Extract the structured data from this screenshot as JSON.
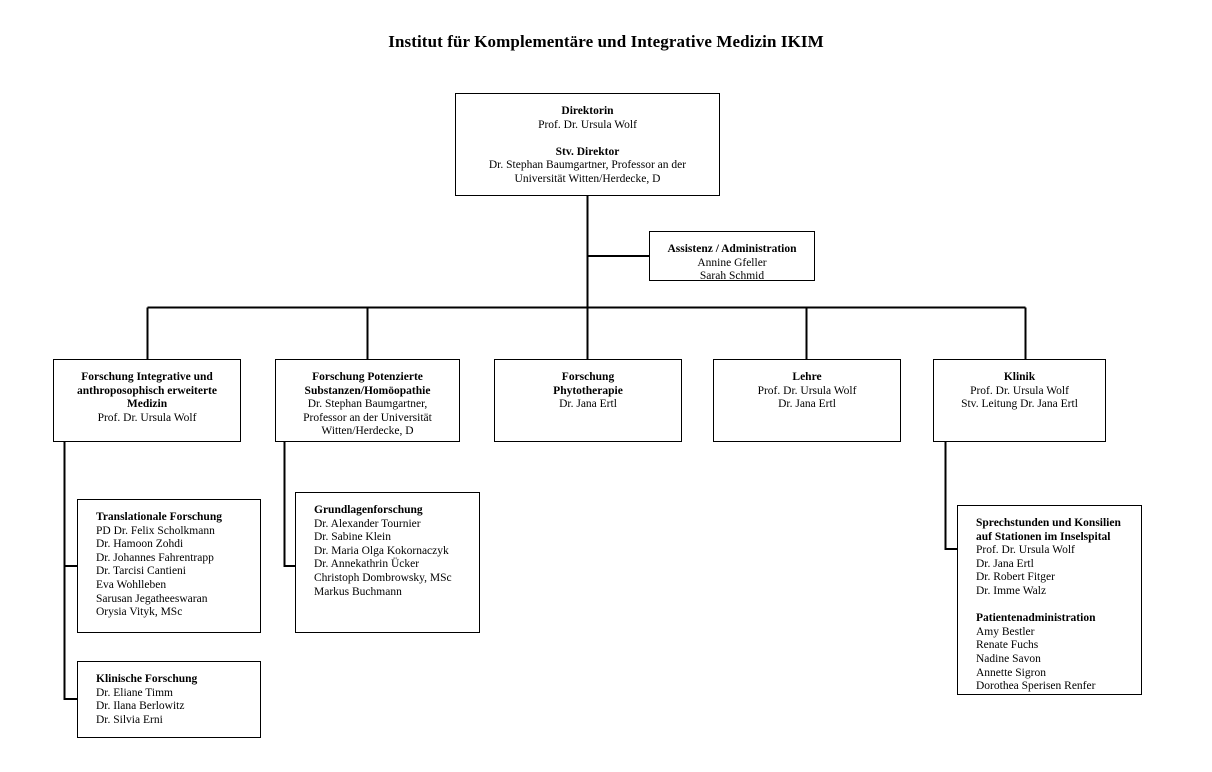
{
  "title": "Institut für Komplementäre und Integrative Medizin IKIM",
  "colors": {
    "line": "#000000",
    "text": "#000000",
    "background": "#ffffff"
  },
  "chart_data": {
    "type": "diagram",
    "diagram_type": "organizational-chart",
    "title": "Institut für Komplementäre und Integrative Medizin IKIM",
    "nodes": [
      {
        "id": "direktion",
        "level": 0,
        "parent": null
      },
      {
        "id": "assistenz",
        "level": 1,
        "parent": "direktion"
      },
      {
        "id": "forschung-iam",
        "level": 2,
        "parent": "direktion"
      },
      {
        "id": "forschung-potenzierte",
        "level": 2,
        "parent": "direktion"
      },
      {
        "id": "forschung-phyto",
        "level": 2,
        "parent": "direktion"
      },
      {
        "id": "lehre",
        "level": 2,
        "parent": "direktion"
      },
      {
        "id": "klinik",
        "level": 2,
        "parent": "direktion"
      },
      {
        "id": "translationale",
        "level": 3,
        "parent": "forschung-iam"
      },
      {
        "id": "klinische",
        "level": 3,
        "parent": "forschung-iam"
      },
      {
        "id": "grundlagen",
        "level": 3,
        "parent": "forschung-potenzierte"
      },
      {
        "id": "sprechstunden",
        "level": 3,
        "parent": "klinik"
      }
    ]
  },
  "nodes": {
    "direktion": {
      "lines": [
        {
          "text": "Direktorin",
          "bold": true
        },
        {
          "text": "Prof. Dr. Ursula Wolf",
          "bold": false
        },
        {
          "text": "",
          "bold": false
        },
        {
          "text": "Stv. Direktor",
          "bold": true
        },
        {
          "text": "Dr. Stephan Baumgartner, Professor an der",
          "bold": false
        },
        {
          "text": "Universität Witten/Herdecke, D",
          "bold": false
        }
      ]
    },
    "assistenz": {
      "lines": [
        {
          "text": "Assistenz / Administration",
          "bold": true
        },
        {
          "text": "Annine Gfeller",
          "bold": false
        },
        {
          "text": "Sarah Schmid",
          "bold": false
        }
      ]
    },
    "forschung_iam": {
      "lines": [
        {
          "text": "Forschung Integrative und",
          "bold": true
        },
        {
          "text": "anthroposophisch erweiterte",
          "bold": true
        },
        {
          "text": "Medizin",
          "bold": true
        },
        {
          "text": "Prof. Dr. Ursula Wolf",
          "bold": false
        }
      ]
    },
    "forschung_potenzierte": {
      "lines": [
        {
          "text": "Forschung Potenzierte",
          "bold": true
        },
        {
          "text": "Substanzen/Homöopathie",
          "bold": true
        },
        {
          "text": "Dr. Stephan Baumgartner,",
          "bold": false
        },
        {
          "text": "Professor an der Universität",
          "bold": false
        },
        {
          "text": "Witten/Herdecke, D",
          "bold": false
        }
      ]
    },
    "forschung_phyto": {
      "lines": [
        {
          "text": "Forschung",
          "bold": true
        },
        {
          "text": "Phytotherapie",
          "bold": true
        },
        {
          "text": "Dr. Jana Ertl",
          "bold": false
        }
      ]
    },
    "lehre": {
      "lines": [
        {
          "text": "Lehre",
          "bold": true
        },
        {
          "text": "Prof. Dr. Ursula Wolf",
          "bold": false
        },
        {
          "text": "Dr. Jana Ertl",
          "bold": false
        }
      ]
    },
    "klinik": {
      "lines": [
        {
          "text": "Klinik",
          "bold": true
        },
        {
          "text": "Prof. Dr. Ursula Wolf",
          "bold": false
        },
        {
          "text": "Stv. Leitung Dr. Jana Ertl",
          "bold": false
        }
      ]
    },
    "translationale": {
      "lines": [
        {
          "text": "Translationale Forschung",
          "bold": true
        },
        {
          "text": "PD Dr. Felix Scholkmann",
          "bold": false
        },
        {
          "text": "Dr. Hamoon Zohdi",
          "bold": false
        },
        {
          "text": "Dr. Johannes Fahrentrapp",
          "bold": false
        },
        {
          "text": "Dr. Tarcisi Cantieni",
          "bold": false
        },
        {
          "text": "Eva Wohlleben",
          "bold": false
        },
        {
          "text": "Sarusan Jegatheeswaran",
          "bold": false
        },
        {
          "text": "Orysia Vityk, MSc",
          "bold": false
        }
      ]
    },
    "klinische": {
      "lines": [
        {
          "text": "Klinische Forschung",
          "bold": true
        },
        {
          "text": "Dr. Eliane Timm",
          "bold": false
        },
        {
          "text": "Dr. Ilana Berlowitz",
          "bold": false
        },
        {
          "text": "Dr. Silvia Erni",
          "bold": false
        }
      ]
    },
    "grundlagen": {
      "lines": [
        {
          "text": "Grundlagenforschung",
          "bold": true
        },
        {
          "text": "Dr. Alexander Tournier",
          "bold": false
        },
        {
          "text": "Dr. Sabine Klein",
          "bold": false
        },
        {
          "text": "Dr. Maria Olga Kokornaczyk",
          "bold": false
        },
        {
          "text": "Dr. Annekathrin Ücker",
          "bold": false
        },
        {
          "text": "Christoph Dombrowsky, MSc",
          "bold": false
        },
        {
          "text": "Markus Buchmann",
          "bold": false
        }
      ]
    },
    "sprechstunden": {
      "lines": [
        {
          "text": "Sprechstunden und Konsilien",
          "bold": true
        },
        {
          "text": "auf Stationen im Inselspital",
          "bold": true
        },
        {
          "text": "Prof. Dr. Ursula Wolf",
          "bold": false
        },
        {
          "text": "Dr. Jana Ertl",
          "bold": false
        },
        {
          "text": "Dr. Robert Fitger",
          "bold": false
        },
        {
          "text": "Dr. Imme Walz",
          "bold": false
        },
        {
          "text": "",
          "bold": false
        },
        {
          "text": "Patientenadministration",
          "bold": true
        },
        {
          "text": "Amy Bestler",
          "bold": false
        },
        {
          "text": "Renate Fuchs",
          "bold": false
        },
        {
          "text": "Nadine Savon",
          "bold": false
        },
        {
          "text": "Annette Sigron",
          "bold": false
        },
        {
          "text": "Dorothea Sperisen Renfer",
          "bold": false
        }
      ]
    }
  }
}
